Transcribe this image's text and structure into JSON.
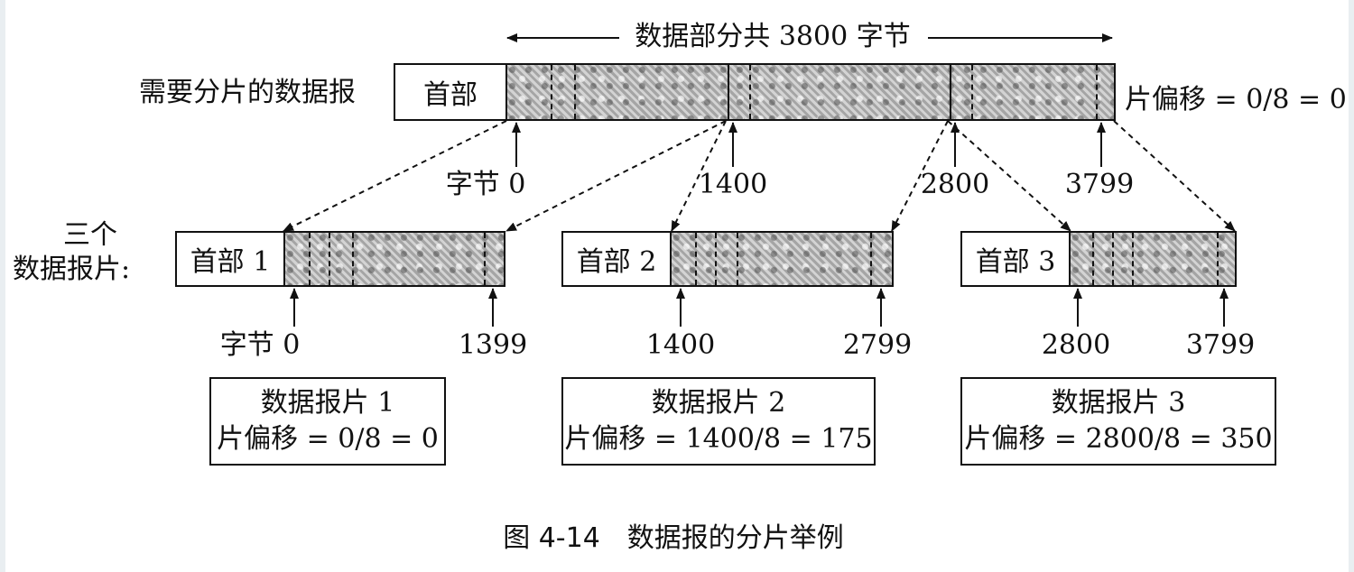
{
  "top": {
    "span_label": "数据部分共 3800 字节",
    "row_label": "需要分片的数据报",
    "header": "首部",
    "offset_note": "片偏移 = 0/8 = 0",
    "ticks": [
      "字节 0",
      "1400",
      "2800",
      "3799"
    ]
  },
  "fragments_label": [
    "三个",
    "数据报片:"
  ],
  "fragments": [
    {
      "header": "首部 1",
      "start": "字节 0",
      "end": "1399",
      "info_title": "数据报片 1",
      "info_offset": "片偏移 = 0/8 = 0"
    },
    {
      "header": "首部 2",
      "start": "1400",
      "end": "2799",
      "info_title": "数据报片 2",
      "info_offset": "片偏移 = 1400/8 = 175"
    },
    {
      "header": "首部 3",
      "start": "2800",
      "end": "3799",
      "info_title": "数据报片 3",
      "info_offset": "片偏移 = 2800/8 = 350"
    }
  ],
  "caption": "图 4-14　数据报的分片举例"
}
